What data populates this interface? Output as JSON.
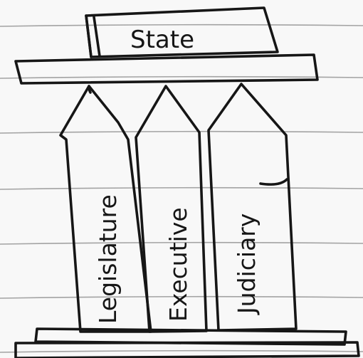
{
  "roof": {
    "title": "State"
  },
  "pillars": [
    {
      "label": "Legislature"
    },
    {
      "label": "Executive"
    },
    {
      "label": "Judiciary"
    }
  ],
  "colors": {
    "ink": "#161616",
    "paper": "#f8f8f8",
    "rule_lines": "#9a9a9a"
  }
}
